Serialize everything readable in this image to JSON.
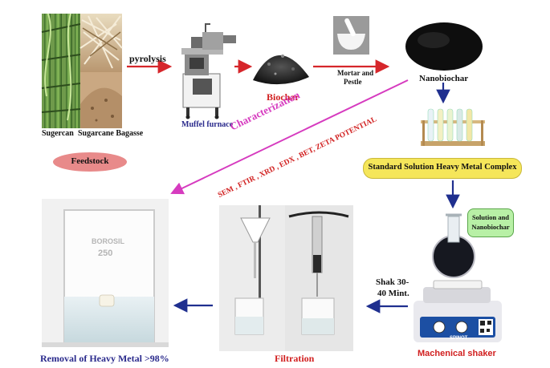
{
  "labels": {
    "feedstock_left": "Sugercan",
    "feedstock_right": "Sugarcane Bagasse",
    "feedstock_badge": "Feedstock",
    "pyrolysis": "pyrolysis",
    "muffel_furnace": "Muffel furnace",
    "biochar": "Biochar",
    "mortar_pestle_line1": "Mortar and",
    "mortar_pestle_line2": "Pestle",
    "nanobiochar": "Nanobiochar",
    "characterization": "Characterization",
    "char_methods": "SEM , FTIR , XRD , EDX , BET, ZETA POTENTIAL",
    "standard_solution": "Standard Solution Heavy Metal Complex",
    "solution_bubble_line1": "Solution and",
    "solution_bubble_line2": "Nanobiochar",
    "shake_line1": "Shak 30-",
    "shake_line2": "40 Mint.",
    "shaker": "Machenical shaker",
    "filtration": "Filtration",
    "removal": "Removal of Heavy Metal >98%",
    "beaker_brand": "BOROSIL",
    "beaker_volume": "250",
    "shaker_brand": "SPINOT"
  },
  "colors": {
    "red_arrow": "#d6262b",
    "magenta": "#d63bbf",
    "navy_arrow": "#1f2f8f",
    "navy_text": "#2a2a8c",
    "red_text": "#d11f1f",
    "feedstock_badge": "#e88a8a",
    "standard_box": "#f5e65a",
    "bubble": "#b8f0a6"
  }
}
